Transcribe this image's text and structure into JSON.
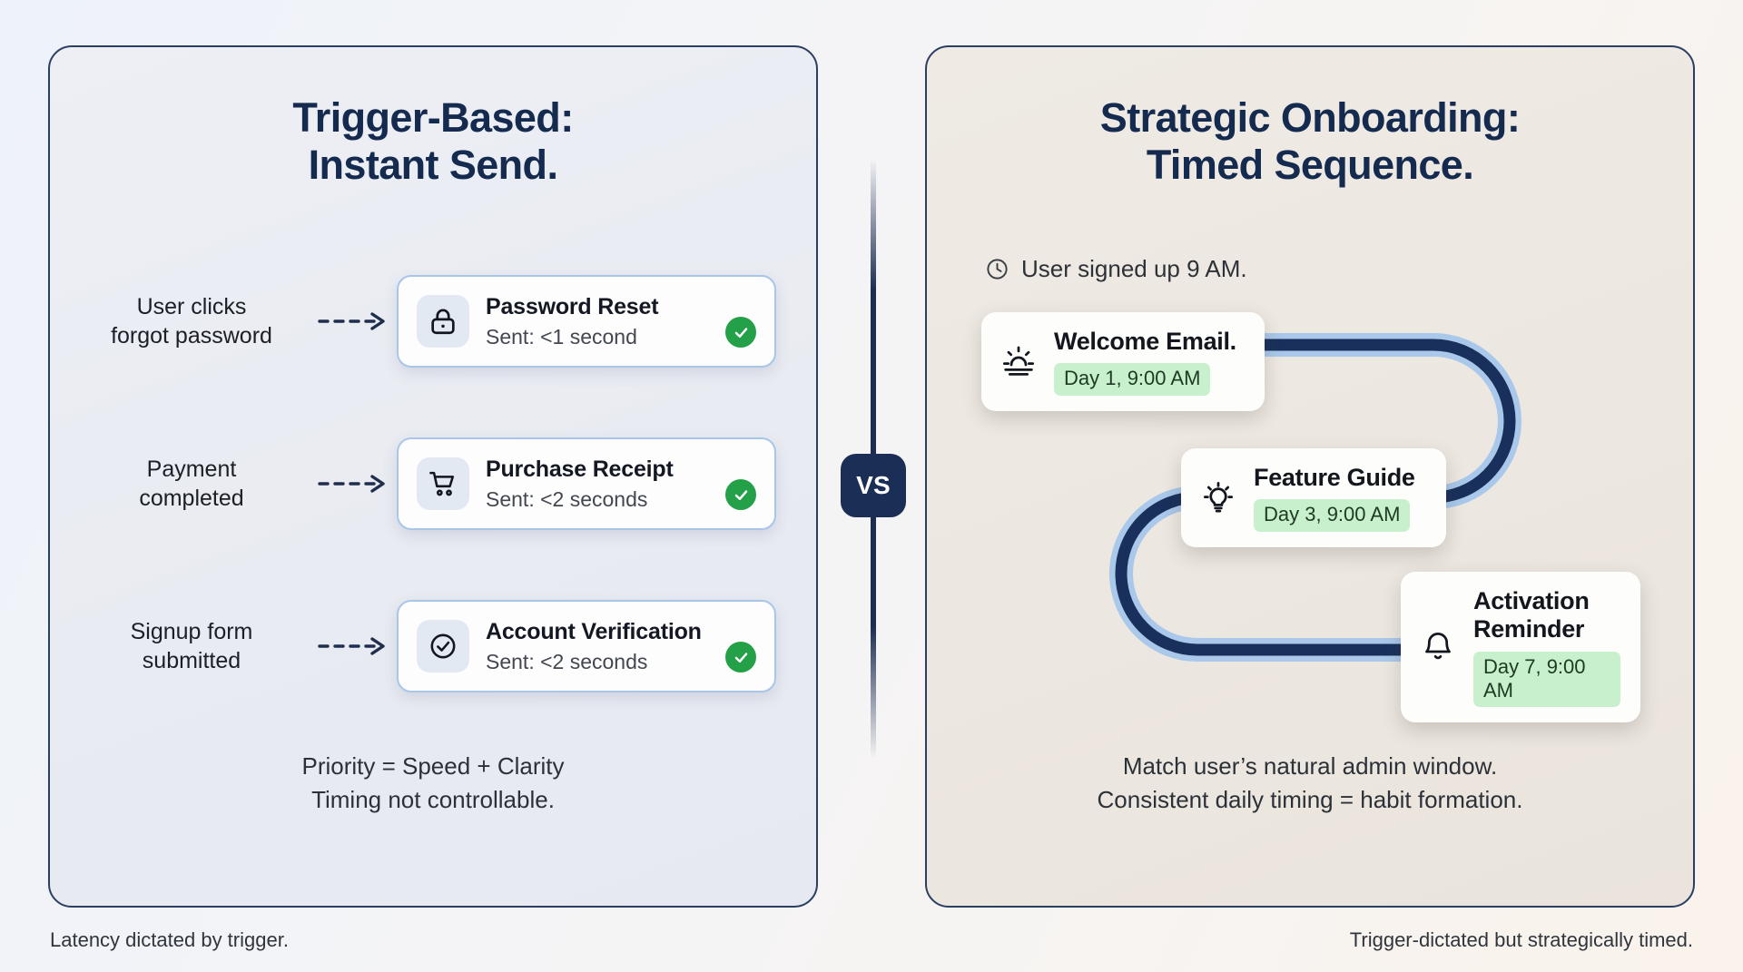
{
  "left_panel": {
    "title_line1": "Trigger-Based:",
    "title_line2": "Instant Send.",
    "rows": [
      {
        "label_line1": "User clicks",
        "label_line2": "forgot password",
        "arrow_icon": "dashed-arrow-right-icon",
        "card_icon": "lock-icon",
        "card_title": "Password Reset",
        "card_sub": "Sent: <1 second",
        "status_icon": "check-circle-icon"
      },
      {
        "label_line1": "Payment",
        "label_line2": "completed",
        "arrow_icon": "dashed-arrow-right-icon",
        "card_icon": "shopping-cart-icon",
        "card_title": "Purchase Receipt",
        "card_sub": "Sent: <2 seconds",
        "status_icon": "check-circle-icon"
      },
      {
        "label_line1": "Signup form",
        "label_line2": "submitted",
        "arrow_icon": "dashed-arrow-right-icon",
        "card_icon": "check-circle-outline-icon",
        "card_title": "Account Verification",
        "card_sub": "Sent: <2 seconds",
        "status_icon": "check-circle-icon"
      }
    ],
    "note_line1": "Priority = Speed + Clarity",
    "note_line2": "Timing not controllable.",
    "caption": "Latency dictated by trigger."
  },
  "divider": {
    "vs_label": "VS"
  },
  "right_panel": {
    "title_line1": "Strategic Onboarding:",
    "title_line2": "Timed Sequence.",
    "signup_meta": "User signed up 9 AM.",
    "signup_meta_icon": "clock-icon",
    "sequence": [
      {
        "icon": "sunrise-icon",
        "title_line1": "Welcome Email.",
        "title_line2": "",
        "badge": "Day 1, 9:00 AM"
      },
      {
        "icon": "lightbulb-icon",
        "title_line1": "Feature Guide",
        "title_line2": "",
        "badge": "Day 3, 9:00 AM"
      },
      {
        "icon": "bell-icon",
        "title_line1": "Activation",
        "title_line2": "Reminder",
        "badge": "Day 7, 9:00 AM"
      }
    ],
    "note_line1": "Match user’s natural admin window.",
    "note_line2": "Consistent daily timing = habit formation.",
    "caption": "Trigger-dictated but strategically timed."
  },
  "colors": {
    "navy": "#142a4f",
    "path_dark": "#19305c",
    "path_light": "#a9c8ea",
    "badge_green": "#c8f0cd",
    "check_green": "#24a148",
    "card_border_blue": "#a9c6e8",
    "left_bg": "#edeff5",
    "right_bg": "#efeae4"
  }
}
